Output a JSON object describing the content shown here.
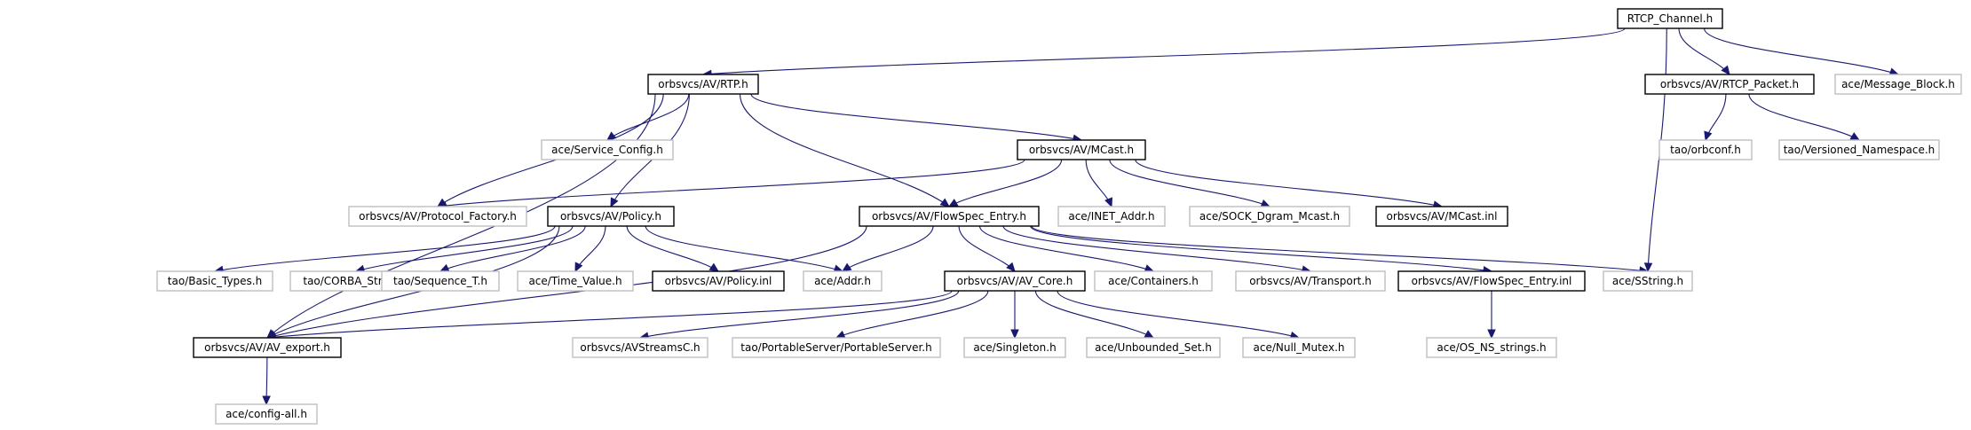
{
  "diagram": {
    "nodes": {
      "rtcp_channel_h": {
        "label": "RTCP_Channel.h",
        "style": "root"
      },
      "rtp_h": {
        "label": "orbsvcs/AV/RTP.h",
        "style": "linked"
      },
      "rtcp_packet_h": {
        "label": "orbsvcs/AV/RTCP_Packet.h",
        "style": "linked"
      },
      "message_block_h": {
        "label": "ace/Message_Block.h",
        "style": "external"
      },
      "service_config_h": {
        "label": "ace/Service_Config.h",
        "style": "external"
      },
      "mcast_h": {
        "label": "orbsvcs/AV/MCast.h",
        "style": "linked"
      },
      "orbconf_h": {
        "label": "tao/orbconf.h",
        "style": "external"
      },
      "versioned_namespace_h": {
        "label": "tao/Versioned_Namespace.h",
        "style": "external"
      },
      "protocol_factory_h": {
        "label": "orbsvcs/AV/Protocol_Factory.h",
        "style": "external"
      },
      "policy_h": {
        "label": "orbsvcs/AV/Policy.h",
        "style": "linked"
      },
      "flowspec_entry_h": {
        "label": "orbsvcs/AV/FlowSpec_Entry.h",
        "style": "linked"
      },
      "inet_addr_h": {
        "label": "ace/INET_Addr.h",
        "style": "external"
      },
      "sock_dgram_mcast_h": {
        "label": "ace/SOCK_Dgram_Mcast.h",
        "style": "external"
      },
      "mcast_inl": {
        "label": "orbsvcs/AV/MCast.inl",
        "style": "linked"
      },
      "basic_types_h": {
        "label": "tao/Basic_Types.h",
        "style": "external"
      },
      "corba_string_h": {
        "label": "tao/CORBA_String.h",
        "style": "external"
      },
      "sequence_t_h": {
        "label": "tao/Sequence_T.h",
        "style": "external"
      },
      "time_value_h": {
        "label": "ace/Time_Value.h",
        "style": "external"
      },
      "policy_inl": {
        "label": "orbsvcs/AV/Policy.inl",
        "style": "linked"
      },
      "addr_h": {
        "label": "ace/Addr.h",
        "style": "external"
      },
      "av_core_h": {
        "label": "orbsvcs/AV/AV_Core.h",
        "style": "linked"
      },
      "containers_h": {
        "label": "ace/Containers.h",
        "style": "external"
      },
      "transport_h": {
        "label": "orbsvcs/AV/Transport.h",
        "style": "external"
      },
      "flowspec_entry_inl": {
        "label": "orbsvcs/AV/FlowSpec_Entry.inl",
        "style": "linked"
      },
      "sstring_h": {
        "label": "ace/SString.h",
        "style": "external"
      },
      "av_export_h": {
        "label": "orbsvcs/AV/AV_export.h",
        "style": "linked"
      },
      "avstreamsc_h": {
        "label": "orbsvcs/AVStreamsC.h",
        "style": "external"
      },
      "portableserver_h": {
        "label": "tao/PortableServer/PortableServer.h",
        "style": "external"
      },
      "singleton_h": {
        "label": "ace/Singleton.h",
        "style": "external"
      },
      "unbounded_set_h": {
        "label": "ace/Unbounded_Set.h",
        "style": "external"
      },
      "null_mutex_h": {
        "label": "ace/Null_Mutex.h",
        "style": "external"
      },
      "os_ns_strings_h": {
        "label": "ace/OS_NS_strings.h",
        "style": "external"
      },
      "config_all_h": {
        "label": "ace/config-all.h",
        "style": "external"
      }
    },
    "edges": [
      [
        "rtcp_channel_h",
        "rtp_h"
      ],
      [
        "rtcp_channel_h",
        "rtcp_packet_h"
      ],
      [
        "rtcp_channel_h",
        "message_block_h"
      ],
      [
        "rtcp_channel_h",
        "sstring_h"
      ],
      [
        "rtp_h",
        "service_config_h"
      ],
      [
        "rtp_h",
        "mcast_h"
      ],
      [
        "rtp_h",
        "protocol_factory_h"
      ],
      [
        "rtp_h",
        "policy_h"
      ],
      [
        "rtp_h",
        "flowspec_entry_h"
      ],
      [
        "rtp_h",
        "av_export_h"
      ],
      [
        "rtcp_packet_h",
        "orbconf_h"
      ],
      [
        "rtcp_packet_h",
        "versioned_namespace_h"
      ],
      [
        "mcast_h",
        "protocol_factory_h"
      ],
      [
        "mcast_h",
        "flowspec_entry_h"
      ],
      [
        "mcast_h",
        "inet_addr_h"
      ],
      [
        "mcast_h",
        "sock_dgram_mcast_h"
      ],
      [
        "mcast_h",
        "mcast_inl"
      ],
      [
        "policy_h",
        "basic_types_h"
      ],
      [
        "policy_h",
        "corba_string_h"
      ],
      [
        "policy_h",
        "sequence_t_h"
      ],
      [
        "policy_h",
        "time_value_h"
      ],
      [
        "policy_h",
        "policy_inl"
      ],
      [
        "policy_h",
        "addr_h"
      ],
      [
        "policy_h",
        "av_export_h"
      ],
      [
        "flowspec_entry_h",
        "addr_h"
      ],
      [
        "flowspec_entry_h",
        "av_core_h"
      ],
      [
        "flowspec_entry_h",
        "containers_h"
      ],
      [
        "flowspec_entry_h",
        "transport_h"
      ],
      [
        "flowspec_entry_h",
        "flowspec_entry_inl"
      ],
      [
        "flowspec_entry_h",
        "sstring_h"
      ],
      [
        "flowspec_entry_h",
        "av_export_h"
      ],
      [
        "av_core_h",
        "av_export_h"
      ],
      [
        "av_core_h",
        "avstreamsc_h"
      ],
      [
        "av_core_h",
        "portableserver_h"
      ],
      [
        "av_core_h",
        "singleton_h"
      ],
      [
        "av_core_h",
        "unbounded_set_h"
      ],
      [
        "av_core_h",
        "null_mutex_h"
      ],
      [
        "flowspec_entry_inl",
        "os_ns_strings_h"
      ],
      [
        "av_export_h",
        "config_all_h"
      ]
    ],
    "colors": {
      "edge": "#191970",
      "root_fill": "#bfbfbf",
      "linked_border": "#000000",
      "external_border": "#bfbfbf",
      "text": "#000000"
    }
  }
}
